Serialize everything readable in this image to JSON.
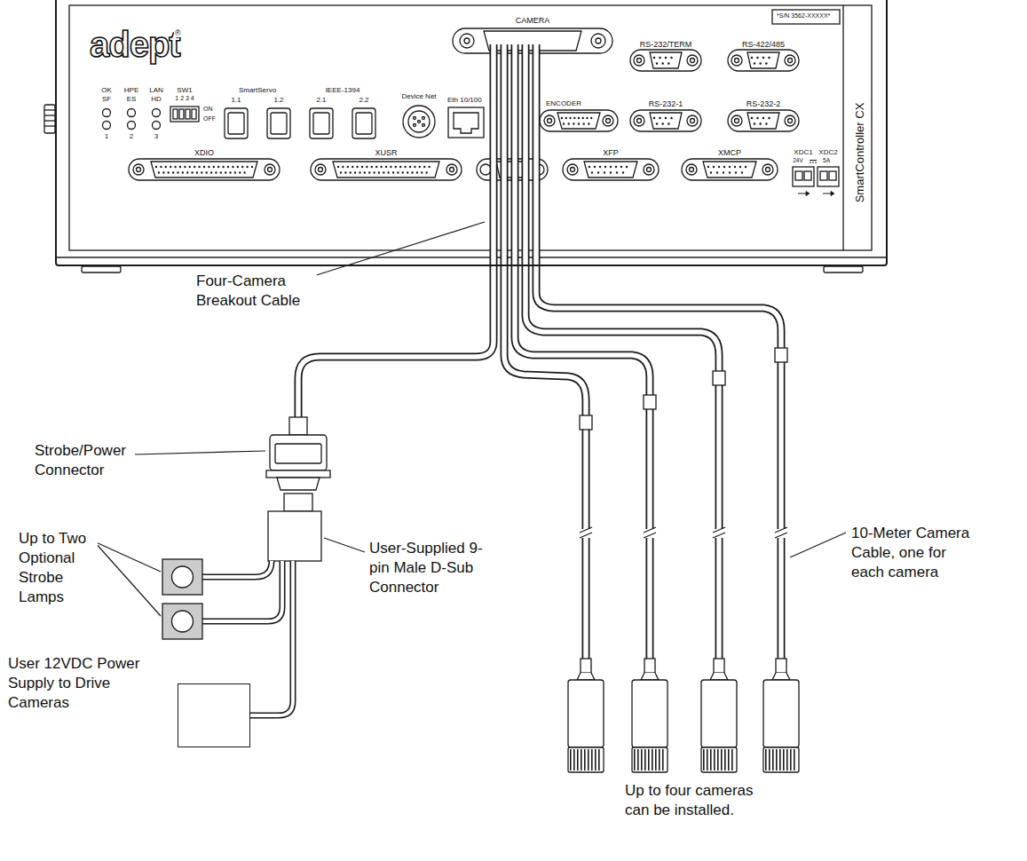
{
  "diagram": {
    "nodes": [
      {
        "text": [
          "SmartController CX"
        ]
      },
      {
        "text": [
          "User 12VDC Power Supply to Drive Cameras"
        ]
      }
    ],
    "labels": [
      "adept",
      "®",
      "*S/N 3562-XXXXX*",
      "CAMERA",
      "RS-232/TERM",
      "RS-422/485",
      "OK",
      "HPE",
      "LAN",
      "SF",
      "ES",
      "HD",
      "1",
      "2",
      "3",
      "SW1",
      "1 2 3 4",
      "ON",
      "OFF",
      "SmartServo",
      "1.1",
      "1.2",
      "IEEE-1394",
      "2.1",
      "2.2",
      "Device Net",
      "Eth 10/100",
      "ENCODER",
      "RS-232-1",
      "RS-232-2",
      "XDIO",
      "XUSR",
      "XFP",
      "XMCP",
      "XDC1",
      "XDC2",
      "24V",
      "5A",
      "Four-Camera Breakout Cable",
      "Strobe/Power Connector",
      "Up to Two Optional Strobe Lamps",
      "User-Supplied 9-pin Male D-Sub Connector",
      "10-Meter Camera Cable, one for each camera",
      "Up to four cameras can be installed."
    ]
  }
}
